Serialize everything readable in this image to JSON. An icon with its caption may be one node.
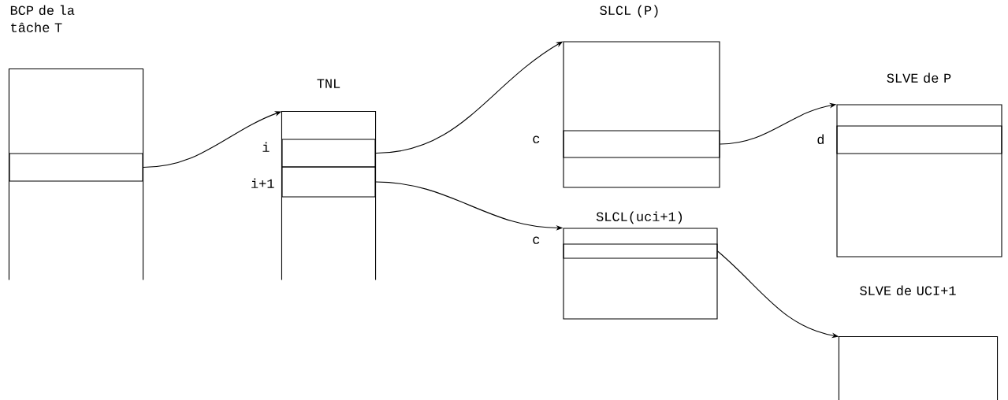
{
  "diagram": {
    "nodes": [
      {
        "text": [
          "BCP de la tâche T"
        ]
      },
      {
        "text": [],
        "shape": "box",
        "in": 0
      },
      {
        "text": [
          "TNL"
        ]
      },
      {
        "text": [
          "i"
        ],
        "in": 2
      },
      {
        "text": [
          "i+1"
        ],
        "in": 2
      },
      {
        "text": [
          "SLCL (P)"
        ]
      },
      {
        "text": [
          "c"
        ],
        "in": 5
      },
      {
        "text": [
          "SLVE de P"
        ]
      },
      {
        "text": [
          "d"
        ],
        "in": 7
      },
      {
        "text": [
          "SLCL(uci+1)"
        ]
      },
      {
        "text": [
          "c"
        ],
        "in": 9
      },
      {
        "text": [
          "SLVE de UCI+1"
        ]
      }
    ],
    "edges": [
      {
        "from": 1,
        "to": 2,
        "arrow": "to"
      },
      {
        "from": 3,
        "to": 5,
        "arrow": "to"
      },
      {
        "from": 6,
        "to": 7,
        "arrow": "to"
      },
      {
        "from": 4,
        "to": 9,
        "arrow": "to"
      },
      {
        "from": 10,
        "to": 11,
        "arrow": "to"
      }
    ]
  }
}
